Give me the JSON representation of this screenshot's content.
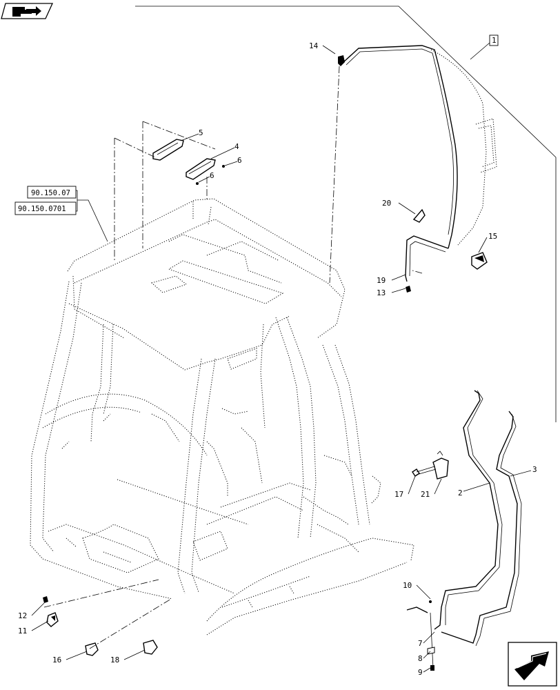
{
  "references": [
    "90.150.07",
    "90.150.0701"
  ],
  "assembly_callout": "1",
  "callouts": {
    "c2": "2",
    "c3": "3",
    "c4": "4",
    "c5": "5",
    "c6a": "6",
    "c6b": "6",
    "c7": "7",
    "c8": "8",
    "c9": "9",
    "c10": "10",
    "c11": "11",
    "c12": "12",
    "c13": "13",
    "c14": "14",
    "c15": "15",
    "c16": "16",
    "c17": "17",
    "c18": "18",
    "c19": "19",
    "c20": "20",
    "c21": "21"
  },
  "icons": {
    "top_left": "book-open-arrow-icon",
    "bottom_right": "next-page-arrow-icon"
  }
}
